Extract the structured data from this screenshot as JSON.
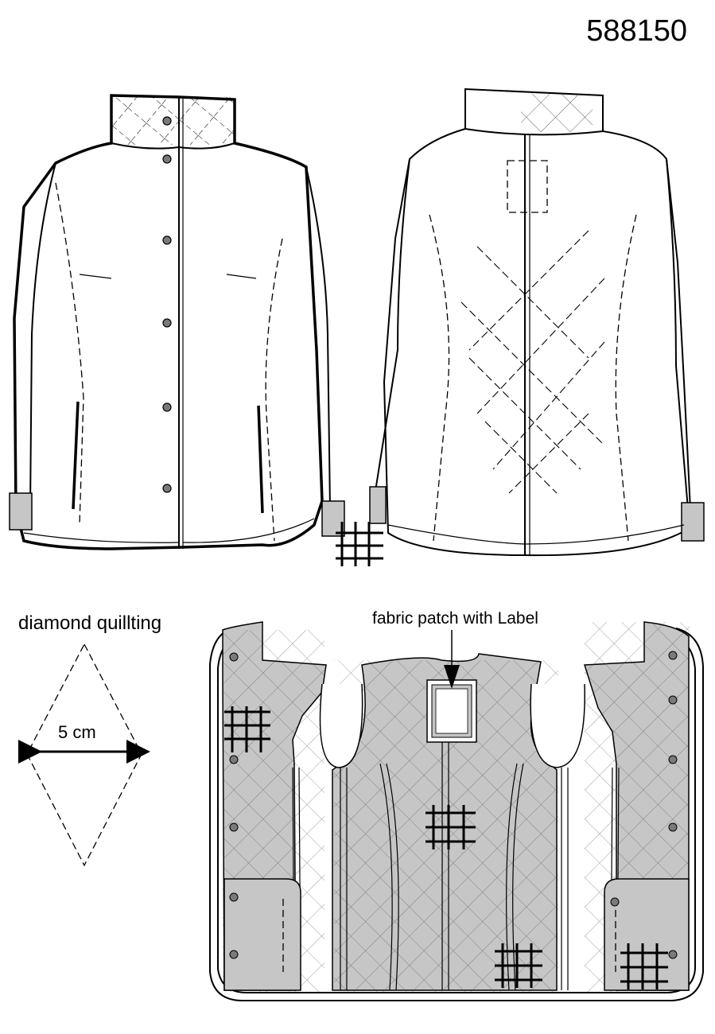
{
  "sheet": {
    "style_number": "588150"
  },
  "quilting_detail": {
    "title": "diamond quillting",
    "size_label": "5 cm"
  },
  "lining_layout": {
    "patch_callout": "fabric patch with Label"
  },
  "colors": {
    "line": "#000000",
    "lining_fill": "#c6c6c6",
    "button_fill": "#7a7a7a"
  }
}
